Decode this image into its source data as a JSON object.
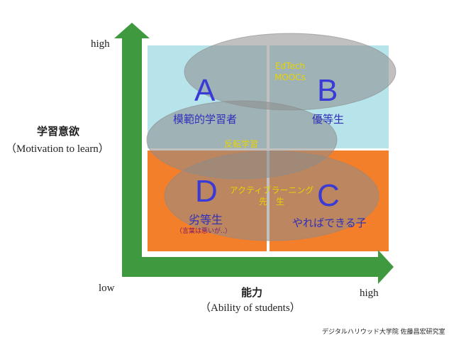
{
  "axes": {
    "y_title": "学習意欲",
    "y_subtitle": "（Motivation to learn）",
    "y_high": "high",
    "origin_low": "low",
    "x_title": "能力",
    "x_subtitle": "（Ability of students）",
    "x_high": "high",
    "arrow_color": "#3f9a3f"
  },
  "quadrants": {
    "A": {
      "letter": "A",
      "label": "模範的学習者"
    },
    "B": {
      "letter": "B",
      "label": "優等生"
    },
    "C": {
      "letter": "C",
      "label": "やればできる子"
    },
    "D": {
      "letter": "D",
      "label": "劣等生",
      "note": "（言葉は悪いが‥）"
    }
  },
  "ellipses": {
    "edtech": {
      "line1": "EdTech",
      "line2": "MOOCs"
    },
    "flipped": {
      "label": "反転学習"
    },
    "active": {
      "line1": "アクティブラーニング",
      "line2": "先　生"
    }
  },
  "colors": {
    "top_quadrants": "#b7e3ea",
    "bottom_quadrants": "#f47f2a",
    "letters": "#3a3ad6",
    "ellipse_fill": "#8c8c8c"
  },
  "credit": "デジタルハリウッド大学院 佐藤昌宏研究室"
}
